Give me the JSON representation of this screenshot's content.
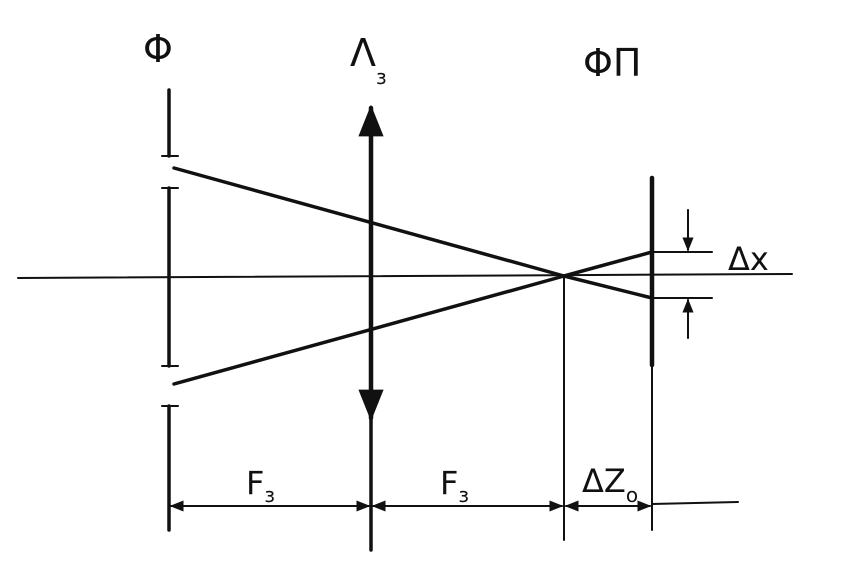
{
  "labels": {
    "phi": "Φ",
    "lens": "Λ",
    "lens_sub": "з",
    "fp": "ΦΠ",
    "delta_x": "Δx",
    "f1": "F",
    "f1_sub": "з",
    "f2": "F",
    "f2_sub": "з",
    "delta_z": "ΔZ",
    "delta_z_sub": "o"
  },
  "colors": {
    "ink": "#111111",
    "background": "#ffffff"
  }
}
